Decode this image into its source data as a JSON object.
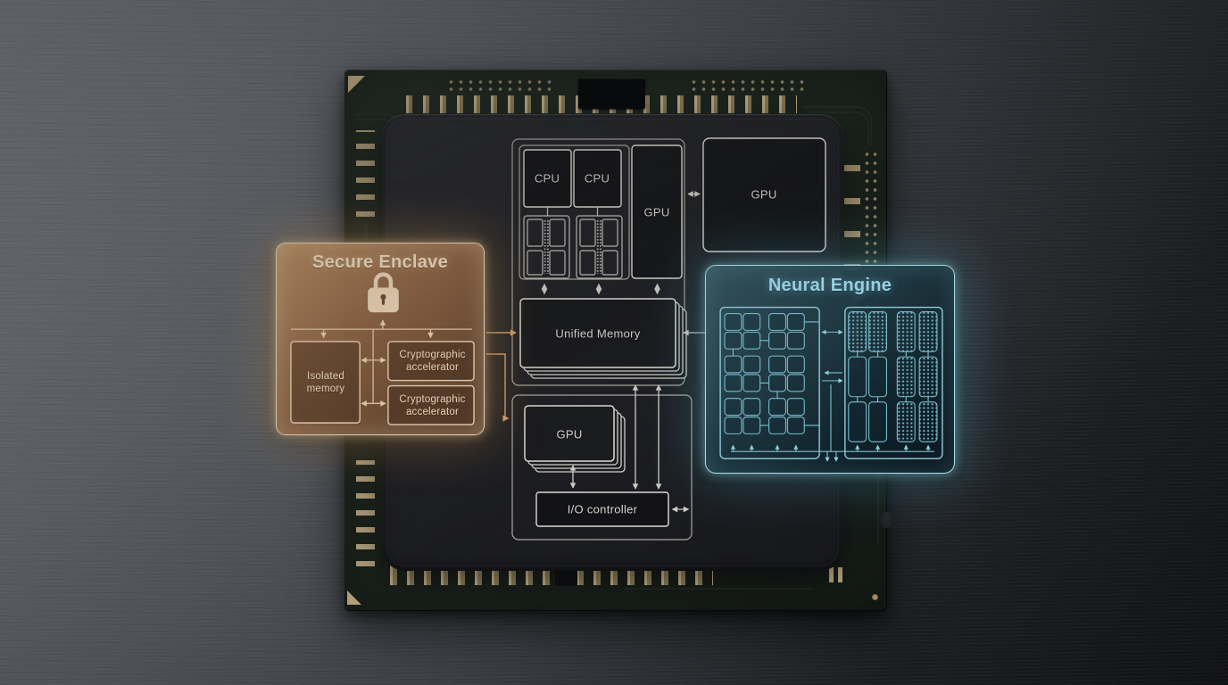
{
  "colors": {
    "secure_enclave_accent": "#f3dcbd",
    "secure_enclave_glow": "#dda05f",
    "neural_engine_accent": "#a9dfeb",
    "neural_engine_glow": "#5abed7",
    "diagram_stroke": "#d8d5ce",
    "orange_connector": "#daa469",
    "pcb_green": "#222b24",
    "die_gray": "#232428",
    "metal_light": "#8f949b",
    "metal_dark": "#131417",
    "pad_gold": "#b9a77f"
  },
  "chip": {
    "blocks": {
      "cpu_1": {
        "label": "CPU"
      },
      "cpu_2": {
        "label": "CPU"
      },
      "gpu_column": {
        "label": "GPU"
      },
      "gpu_large": {
        "label": "GPU"
      },
      "unified_memory": {
        "label": "Unified Memory"
      },
      "gpu_cluster": {
        "label": "GPU"
      },
      "io_controller": {
        "label": "I/O controller"
      }
    }
  },
  "callouts": {
    "secure_enclave": {
      "title": "Secure Enclave",
      "icon": "lock-icon",
      "blocks": {
        "isolated_memory": {
          "label": "Isolated memory"
        },
        "crypto_accelerator_1": {
          "label": "Cryptographic accelerator"
        },
        "crypto_accelerator_2": {
          "label": "Cryptographic accelerator"
        }
      }
    },
    "neural_engine": {
      "title": "Neural Engine"
    }
  }
}
